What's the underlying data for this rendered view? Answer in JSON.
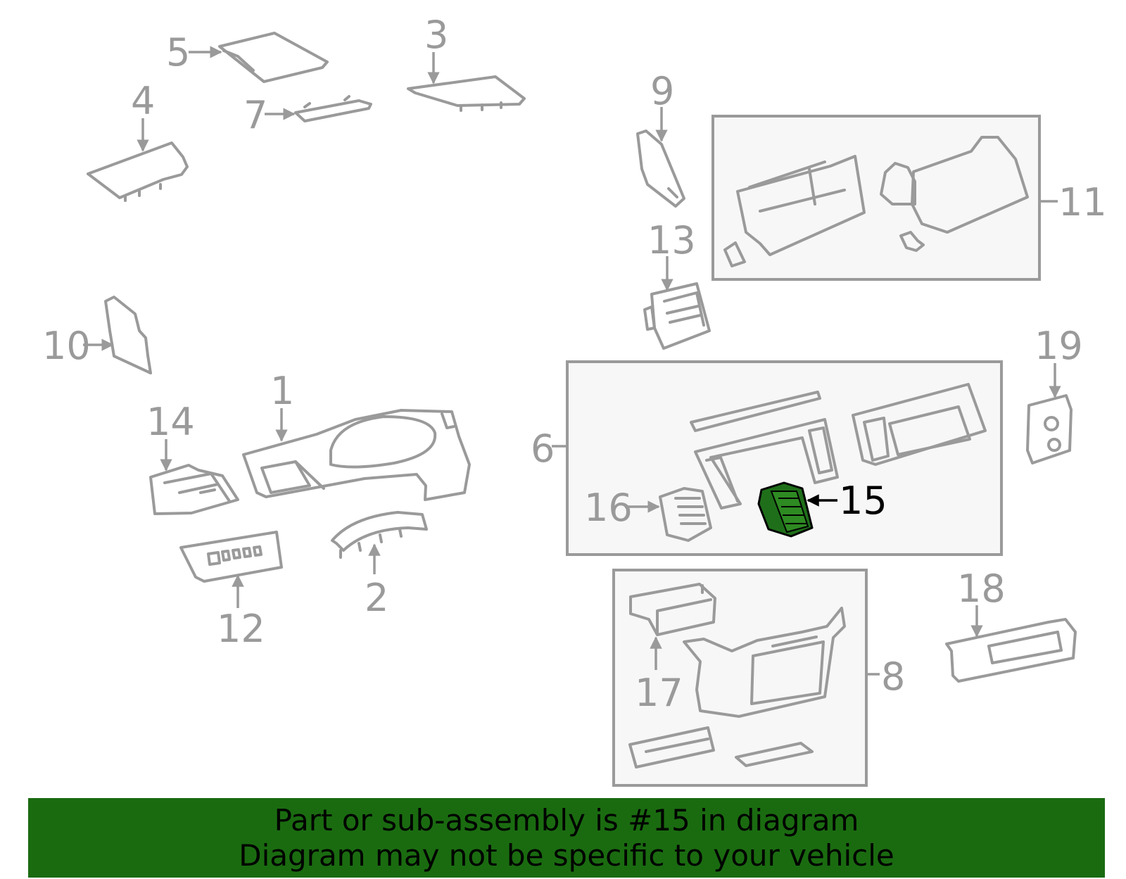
{
  "highlight_part": "15",
  "colors": {
    "part_stroke": "#9a9a9a",
    "highlight_fill": "#1f6f1a",
    "banner_bg": "#1a6b10",
    "group_box_fill": "#f7f7f7"
  },
  "callouts": {
    "c1": "1",
    "c2": "2",
    "c3": "3",
    "c4": "4",
    "c5": "5",
    "c6": "6",
    "c7": "7",
    "c8": "8",
    "c9": "9",
    "c10": "10",
    "c11": "11",
    "c12": "12",
    "c13": "13",
    "c14": "14",
    "c15": "15",
    "c16": "16",
    "c17": "17",
    "c18": "18",
    "c19": "19"
  },
  "banner": {
    "line1": "Part or sub-assembly is #15 in diagram",
    "line2": "Diagram may not be specific to your vehicle"
  }
}
